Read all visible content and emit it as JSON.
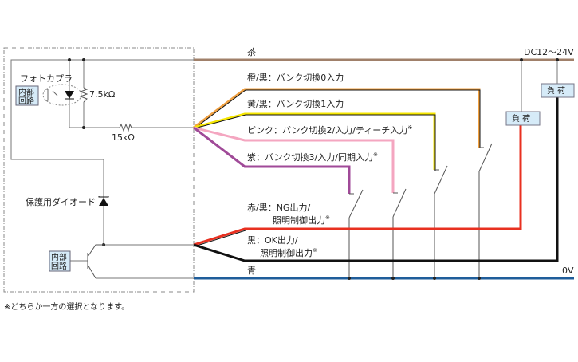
{
  "internal": {
    "photocoupler_label": "フォトカプラ",
    "internal_circuit_label_1": "内部",
    "internal_circuit_label_2": "回路",
    "resistor_1": "7.5kΩ",
    "resistor_2": "15kΩ",
    "protection_diode_label": "保護用ダイオード"
  },
  "wires": {
    "brown": {
      "label": "茶",
      "voltage": "DC12～24V",
      "color": "#a0806a"
    },
    "blue": {
      "label": "青",
      "voltage": "0V",
      "color": "#1f5d9a"
    },
    "orange_black": {
      "label": "橙/黒：バンク切換0入力",
      "color": "#f0a040"
    },
    "yellow_black": {
      "label": "黄/黒：バンク切換1入力",
      "color": "#f5e600"
    },
    "pink": {
      "label": "ピンク：バンク切換2/入力/ティーチ入力",
      "mark": "※",
      "color": "#f4a6c0"
    },
    "purple": {
      "label": "紫：バンク切換3/入力/同期入力",
      "mark": "※",
      "color": "#a04a98"
    },
    "red_black": {
      "label_1": "赤/黒：NG出力/",
      "label_2": "照明制御出力",
      "mark": "※",
      "color": "#e83020"
    },
    "black": {
      "label_1": "黒：OK出力/",
      "label_2": "照明制御出力",
      "mark": "※",
      "color": "#111111"
    }
  },
  "loads": {
    "load_1": "負 荷",
    "load_2": "負 荷"
  },
  "footnote": "※どちらか一方の選択となります。"
}
